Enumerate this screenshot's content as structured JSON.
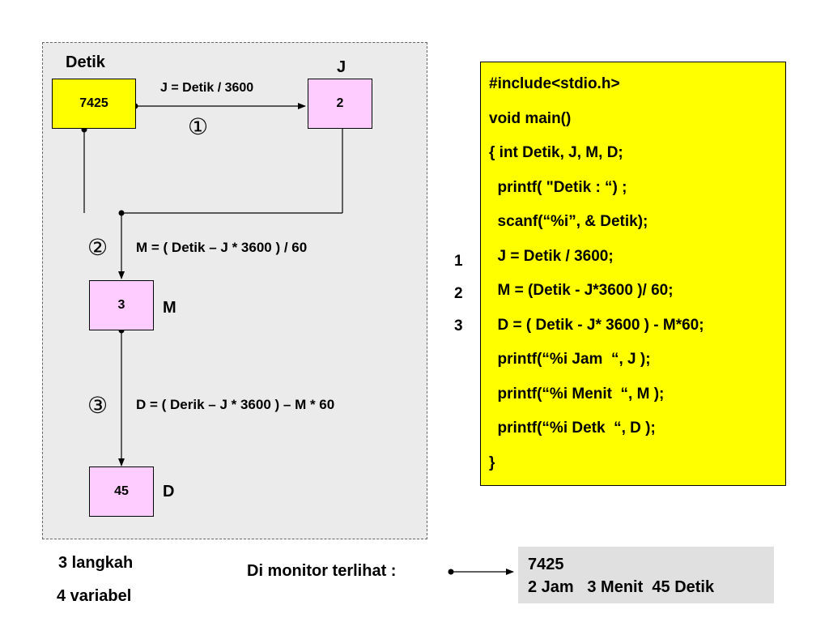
{
  "diagram": {
    "title_detik": "Detik",
    "title_j": "J",
    "label_m": "M",
    "label_d": "D",
    "box_detik": "7425",
    "box_j": "2",
    "box_m": "3",
    "box_d": "45",
    "step1_circle": "①",
    "step2_circle": "②",
    "step3_circle": "③",
    "formula_j": "J = Detik / 3600",
    "formula_m": "M = ( Detik – J * 3600 ) / 60",
    "formula_d": "D = ( Derik – J * 3600 ) – M * 60"
  },
  "code": {
    "lines": [
      "#include<stdio.h>",
      "void main()",
      "{ int Detik, J, M, D;",
      "  printf( \"Detik : “) ;",
      "  scanf(“%i”, & Detik);",
      "  J = Detik / 3600;",
      "  M = (Detik - J*3600 )/ 60;",
      "  D = ( Detik - J* 3600 ) - M*60;",
      "  printf(“%i Jam  “, J );",
      "  printf(“%i Menit  “, M );",
      "  printf(“%i Detk  “, D );",
      "}"
    ],
    "line_numbers": [
      "1",
      "2",
      "3"
    ]
  },
  "summary": {
    "steps": "3 langkah",
    "variables": "4 variabel"
  },
  "monitor": {
    "label": "Di monitor terlihat :",
    "output_line1": "7425",
    "output_line2": "2 Jam   3 Menit  45 Detik"
  },
  "colors": {
    "yellow": "#ffff00",
    "pink": "#ffccff",
    "panel": "#ebebeb",
    "monitor_bg": "#e0e0e0"
  }
}
